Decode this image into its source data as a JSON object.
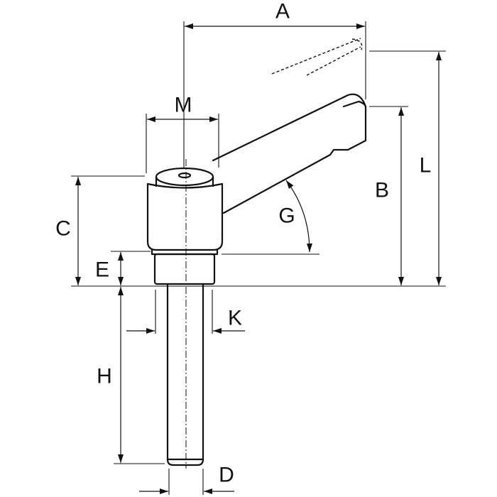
{
  "dimensions": {
    "A": "A",
    "M": "M",
    "L": "L",
    "B": "B",
    "C": "C",
    "G": "G",
    "E": "E",
    "K": "K",
    "H": "H",
    "D": "D"
  },
  "colors": {
    "line": "#111111",
    "background": "#ffffff"
  }
}
